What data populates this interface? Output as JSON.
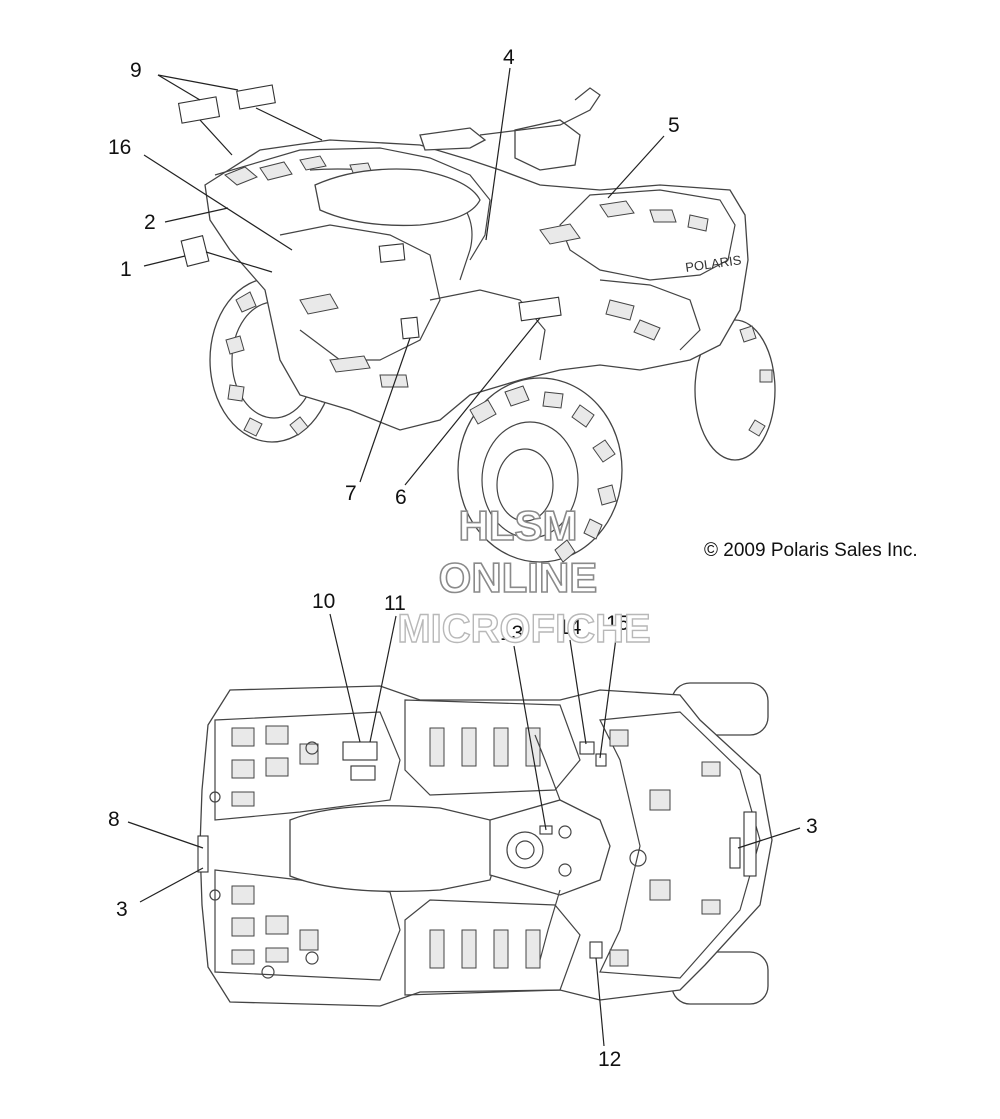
{
  "copyright": "© 2009 Polaris Sales Inc.",
  "watermark": {
    "line1": "HLSM",
    "line2": "ONLINE",
    "line3": "MICROFICHE"
  },
  "callouts": {
    "c9": "9",
    "c4": "4",
    "c5": "5",
    "c16": "16",
    "c2": "2",
    "c1": "1",
    "c7": "7",
    "c6": "6",
    "c10": "10",
    "c11": "11",
    "c13": "13",
    "c14": "14",
    "c15": "15",
    "c8": "8",
    "c3_left": "3",
    "c3_right": "3",
    "c12": "12"
  },
  "brand_mark": "POLARIS",
  "colors": {
    "line": "#444444",
    "text": "#111111",
    "watermark_stroke": "#8a8a8a"
  }
}
